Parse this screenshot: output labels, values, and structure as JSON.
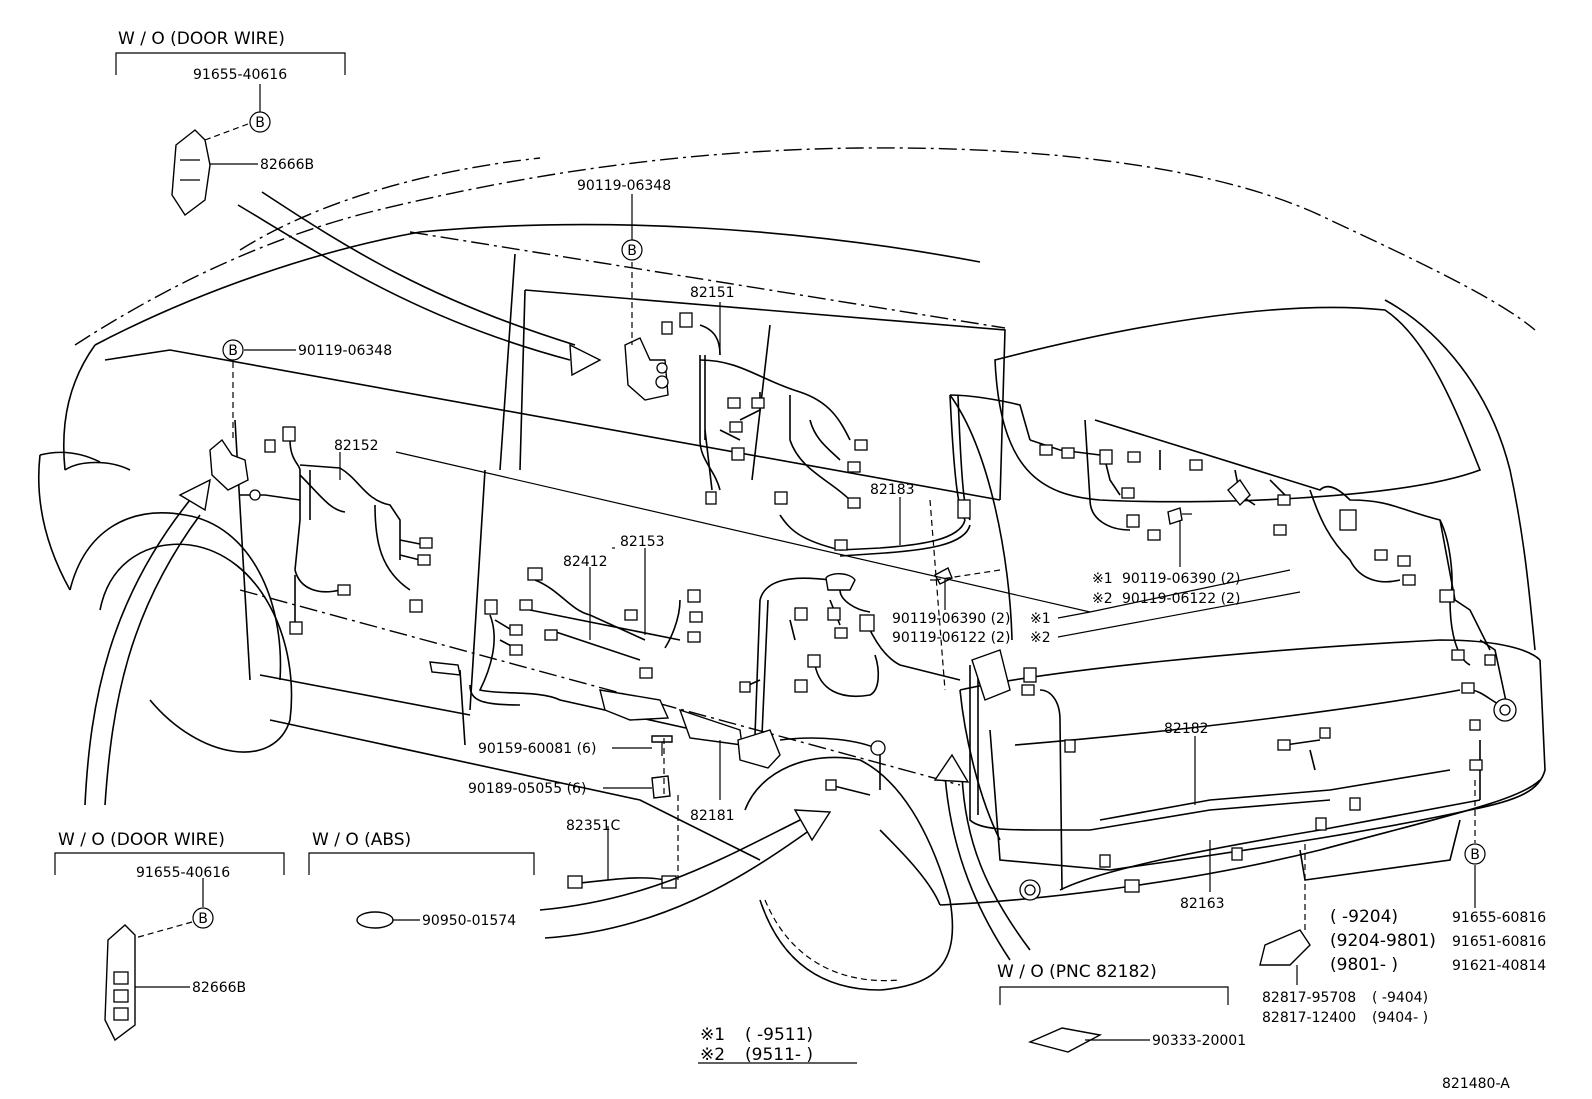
{
  "drawing_id": "821480-A",
  "groups": {
    "door_wire_top": {
      "title": "W / O (DOOR WIRE)",
      "part_a": "91655-40616",
      "part_b": "82666B"
    },
    "door_wire_bottom": {
      "title": "W / O (DOOR WIRE)",
      "part_a": "91655-40616",
      "part_b": "82666B"
    },
    "abs": {
      "title": "W / O (ABS)",
      "part_a": "90950-01574"
    },
    "pnc": {
      "title": "W / O (PNC 82182)",
      "part_a": "90333-20001"
    }
  },
  "callout_symbol": "B",
  "labels": {
    "p90119_06348_top": "90119-06348",
    "p90119_06348_left": "90119-06348",
    "p82151": "82151",
    "p82152": "82152",
    "p82153": "82153",
    "p82412": "82412",
    "p82183": "82183",
    "p82182": "82182",
    "p82181": "82181",
    "p82163": "82163",
    "p82351c": "82351C",
    "p90159": "90159-60081 (6)",
    "p90189": "90189-05055 (6)",
    "p90119_06390_mid": "90119-06390 (2)",
    "mid_mark1": "※1",
    "p90119_06122_mid": "90119-06122 (2)",
    "mid_mark2": "※2",
    "right_mark1": "※1",
    "p90119_06390_right": "90119-06390 (2)",
    "right_mark2": "※2",
    "p90119_06122_right": "90119-06122 (2)"
  },
  "date_table_right": [
    {
      "range": "(          -9204)",
      "part": "91655-60816"
    },
    {
      "range": "(9204-9801)",
      "part": "91651-60816"
    },
    {
      "range": "(9801-          )",
      "part": "91621-40814"
    }
  ],
  "bracket_table": [
    {
      "part": "82817-95708",
      "range": "(          -9404)"
    },
    {
      "part": "82817-12400",
      "range": "(9404-          )"
    }
  ],
  "legend": [
    {
      "mark": "※1",
      "range": "(          -9511)"
    },
    {
      "mark": "※2",
      "range": "(9511-          )"
    }
  ]
}
